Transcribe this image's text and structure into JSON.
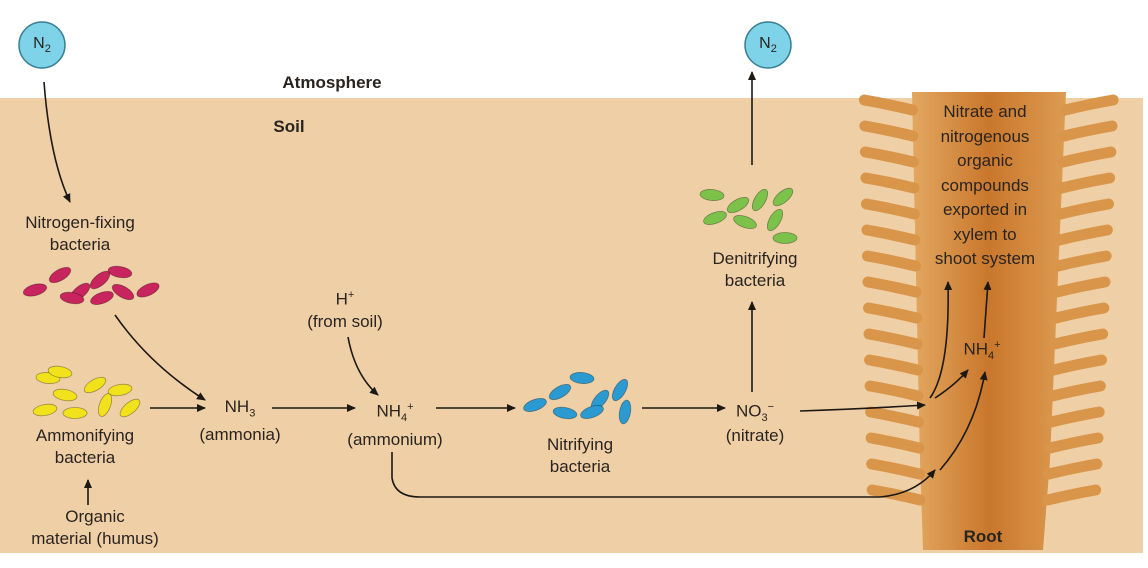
{
  "title": "Nitrogen cycle in soil and root",
  "regions": {
    "atmosphere": "Atmosphere",
    "soil": "Soil",
    "root": "Root"
  },
  "atmosphere_n2_left": {
    "main": "N",
    "sub": "2"
  },
  "atmosphere_n2_right": {
    "main": "N",
    "sub": "2"
  },
  "nitrogen_fixing": {
    "line1": "Nitrogen-fixing",
    "line2": "bacteria"
  },
  "ammonifying": {
    "line1": "Ammonifying",
    "line2": "bacteria"
  },
  "organic": {
    "line1": "Organic",
    "line2": "material (humus)"
  },
  "ammonia": {
    "main": "NH",
    "sub": "3",
    "name": "(ammonia)"
  },
  "hplus": {
    "main": "H",
    "sup": "+",
    "name": "(from soil)"
  },
  "ammonium": {
    "main": "NH",
    "sub": "4",
    "sup": "+",
    "name": "(ammonium)"
  },
  "nitrifying": {
    "line1": "Nitrifying",
    "line2": "bacteria"
  },
  "nitrate": {
    "main": "NO",
    "sub": "3",
    "sup": "−",
    "name": "(nitrate)"
  },
  "denitrifying": {
    "line1": "Denitrifying",
    "line2": "bacteria"
  },
  "root_text": [
    "Nitrate and",
    "nitrogenous",
    "organic",
    "compounds",
    "exported in",
    "xylem to",
    "shoot system"
  ],
  "root_ammonium": {
    "main": "NH",
    "sub": "4",
    "sup": "+"
  },
  "colors": {
    "soil": "#efcfa6",
    "root": "#d48a3a",
    "n2": "#7fd3e8",
    "fixing": "#c8245e",
    "ammonifying": "#f2e21c",
    "nitrifying": "#2a9ad0",
    "denitrifying": "#7cc24a"
  }
}
